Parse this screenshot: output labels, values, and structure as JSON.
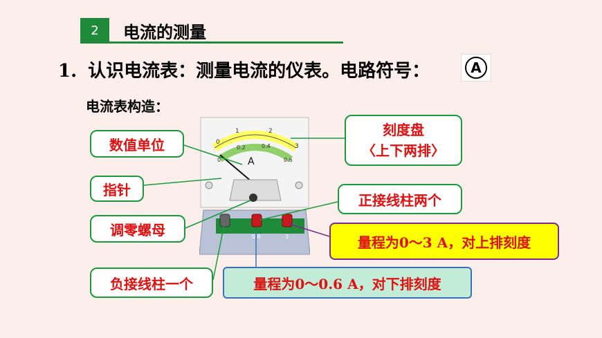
{
  "section": {
    "number": "2",
    "title": "电流的测量"
  },
  "line1": {
    "index": "1.",
    "text": "认识电流表：测量电流的仪表。电路符号："
  },
  "symbol": {
    "letter": "A"
  },
  "line2": {
    "text": "电流表构造："
  },
  "meter": {
    "scale_upper": [
      "0",
      "1",
      "2",
      "3"
    ],
    "scale_lower": [
      "0",
      "0.2",
      "0.4",
      "0.6"
    ],
    "unit_label": "A",
    "terminal_labels": [
      "-",
      "0.6",
      "3"
    ]
  },
  "callouts": {
    "shuzhi": "数值单位",
    "zhizhen": "指针",
    "tiaoling": "调零螺母",
    "fu": "负接线柱一个",
    "kedu_line1": "刻度盘",
    "kedu_line2": "〈上下两排〉",
    "zheng": "正接线柱两个"
  },
  "range_big": {
    "prefix": "量程为",
    "range": "0～3 A",
    "suffix": "，对上排刻度"
  },
  "range_small": {
    "prefix": "量程为",
    "range": "0～0.6 A",
    "suffix": "，对下排刻度"
  },
  "colors": {
    "green": "#1e8a3a",
    "red_text": "#e01010",
    "yellow": "#ffff00",
    "mint": "#c2ecd8",
    "background": "#fbeeeb"
  }
}
